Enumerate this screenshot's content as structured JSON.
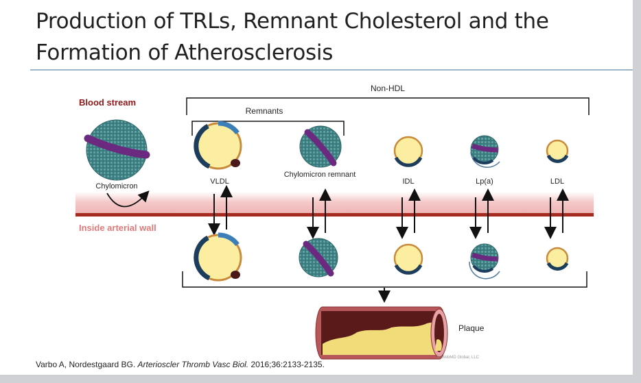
{
  "slide": {
    "title_line1": "Production of TRLs, Remnant Cholesterol and the",
    "title_line2": "Formation of Atherosclerosis"
  },
  "diagram": {
    "non_hdl_label": "Non-HDL",
    "remnants_label": "Remnants",
    "blood_stream_label": "Blood stream",
    "arterial_wall_label": "Inside arterial wall",
    "particles": {
      "chylomicron": "Chylomicron",
      "vldl": "VLDL",
      "chylomicron_remnant": "Chylomicron remnant",
      "idl": "IDL",
      "lpa": "Lp(a)",
      "ldl": "LDL"
    },
    "plaque_label": "Plaque",
    "copyright": "© WebMD Global, LLC"
  },
  "citation": {
    "authors": "Varbo A, Nordestgaard BG. ",
    "journal": "Arterioscler Thromb Vasc Biol.",
    "details": " 2016;36:2133-2135."
  },
  "colors": {
    "blood_label": "#8b1a1a",
    "wall_label": "#e07a7a",
    "wall_line": "#a52a1f",
    "particle_core": "#fbeea0",
    "particle_shell": "#c98a3a",
    "apo_dark": "#1d3d5c",
    "apo_blue": "#3c7fb8",
    "chylo_teal": "#3d7f80",
    "chylo_band": "#6b2a80",
    "plaque": "#f2dc7a"
  }
}
